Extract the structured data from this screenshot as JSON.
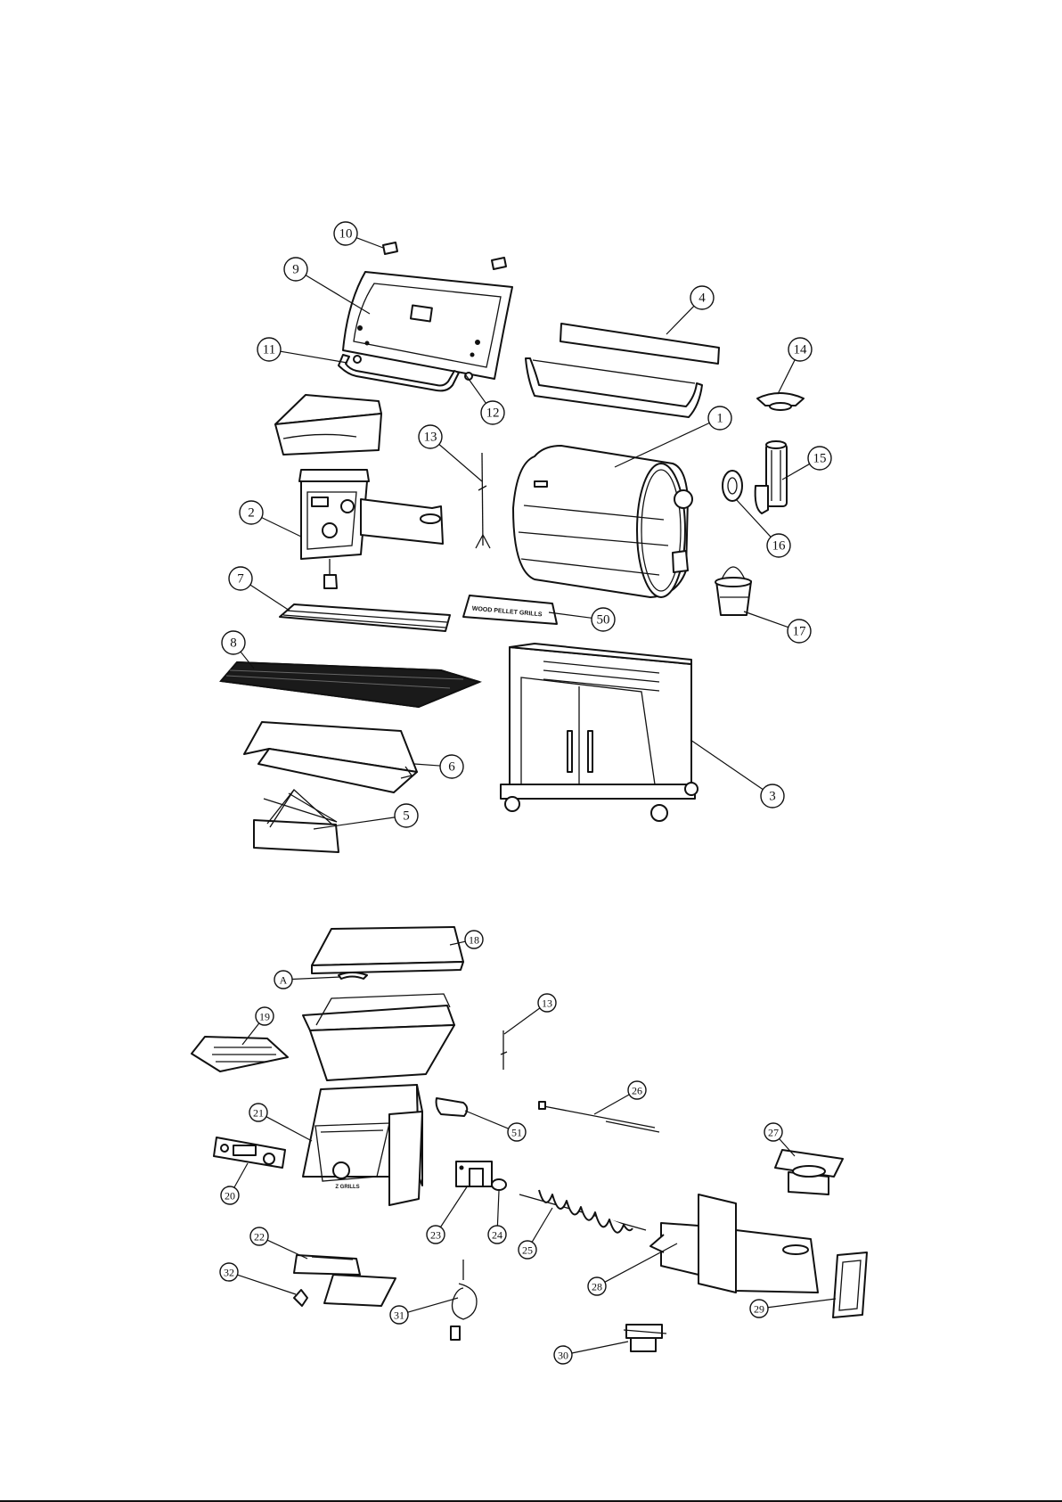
{
  "diagram": {
    "upper_callouts": [
      "10",
      "9",
      "11",
      "12",
      "4",
      "14",
      "13",
      "1",
      "15",
      "16",
      "2",
      "7",
      "50",
      "17",
      "8",
      "3",
      "6",
      "5"
    ],
    "lower_callouts": [
      "18",
      "A",
      "19",
      "13",
      "26",
      "21",
      "51",
      "27",
      "20",
      "23",
      "24",
      "25",
      "22",
      "28",
      "32",
      "31",
      "29",
      "30"
    ],
    "labels": {
      "shelf_plate": "WOOD PELLET GRILLS",
      "hopper_front": "Z GRILLS"
    }
  }
}
